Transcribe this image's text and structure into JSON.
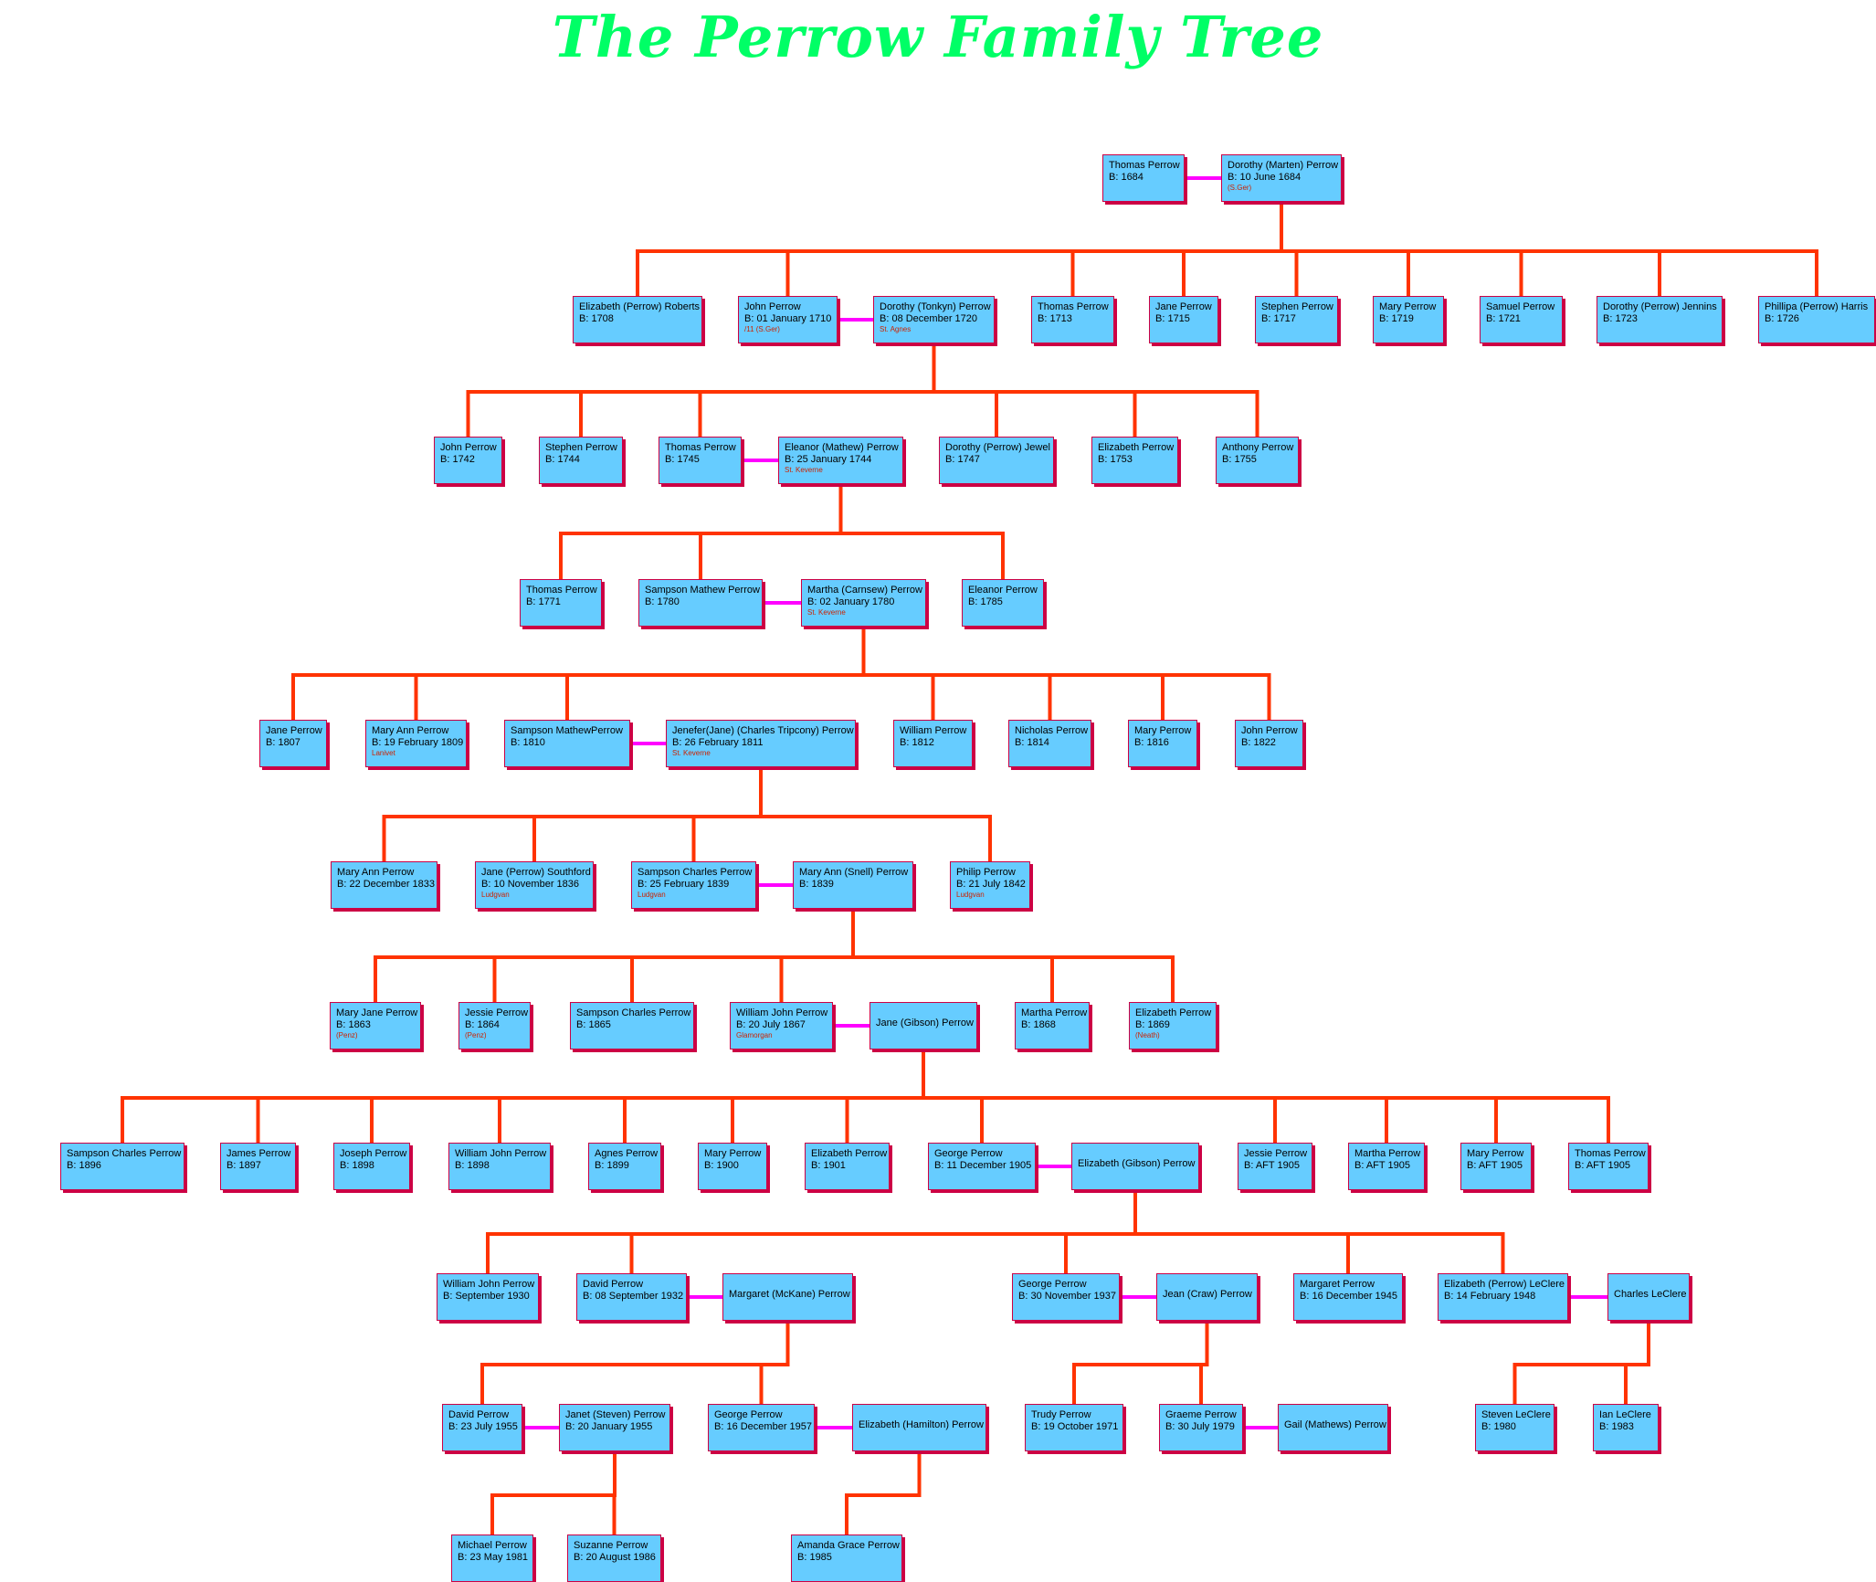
{
  "title": "The Perrow Family Tree",
  "colors": {
    "box_fill": "#66ccff",
    "box_border": "#cc0044",
    "descent_line": "#ff3300",
    "marriage_line": "#ff00ff",
    "place_text": "#cc2200",
    "title": "#00ff66"
  },
  "people": [
    {
      "id": "p1",
      "name": "Thomas Perrow",
      "birth": "B: 1684"
    },
    {
      "id": "p2",
      "name": "Dorothy (Marten) Perrow",
      "birth": "B: 10 June 1684",
      "place": "(S.Ger)"
    },
    {
      "id": "g1a",
      "name": "Elizabeth (Perrow) Roberts",
      "birth": "B: 1708"
    },
    {
      "id": "g1b",
      "name": "John Perrow",
      "birth": "B: 01 January 1710",
      "place": "/11 (S.Ger)"
    },
    {
      "id": "g1b_sp",
      "name": "Dorothy (Tonkyn) Perrow",
      "birth": "B: 08 December 1720",
      "place": "St. Agnes"
    },
    {
      "id": "g1c",
      "name": "Thomas Perrow",
      "birth": "B: 1713"
    },
    {
      "id": "g1d",
      "name": "Jane Perrow",
      "birth": "B: 1715"
    },
    {
      "id": "g1e",
      "name": "Stephen Perrow",
      "birth": "B: 1717"
    },
    {
      "id": "g1f",
      "name": "Mary Perrow",
      "birth": "B: 1719"
    },
    {
      "id": "g1g",
      "name": "Samuel Perrow",
      "birth": "B: 1721"
    },
    {
      "id": "g1h",
      "name": "Dorothy (Perrow) Jennins",
      "birth": "B: 1723"
    },
    {
      "id": "g1i",
      "name": "Phillipa (Perrow) Harris",
      "birth": "B: 1726"
    },
    {
      "id": "g2a",
      "name": "John Perrow",
      "birth": "B: 1742"
    },
    {
      "id": "g2b",
      "name": "Stephen Perrow",
      "birth": "B: 1744"
    },
    {
      "id": "g2c",
      "name": "Thomas Perrow",
      "birth": "B: 1745"
    },
    {
      "id": "g2c_sp",
      "name": "Eleanor (Mathew) Perrow",
      "birth": "B: 25 January 1744",
      "place": "St. Keverne"
    },
    {
      "id": "g2d",
      "name": "Dorothy (Perrow) Jewel",
      "birth": "B: 1747"
    },
    {
      "id": "g2e",
      "name": "Elizabeth Perrow",
      "birth": "B: 1753"
    },
    {
      "id": "g2f",
      "name": "Anthony Perrow",
      "birth": "B: 1755"
    },
    {
      "id": "g3a",
      "name": "Thomas Perrow",
      "birth": "B: 1771"
    },
    {
      "id": "g3b",
      "name": "Sampson Mathew Perrow",
      "birth": "B: 1780"
    },
    {
      "id": "g3b_sp",
      "name": "Martha (Carnsew) Perrow",
      "birth": "B: 02 January 1780",
      "place": "St. Keverne"
    },
    {
      "id": "g3c",
      "name": "Eleanor Perrow",
      "birth": "B: 1785"
    },
    {
      "id": "g4a",
      "name": "Jane Perrow",
      "birth": "B: 1807"
    },
    {
      "id": "g4b",
      "name": "Mary Ann Perrow",
      "birth": "B: 19 February 1809",
      "place": "Lanivet"
    },
    {
      "id": "g4c",
      "name": "Sampson MathewPerrow",
      "birth": "B: 1810"
    },
    {
      "id": "g4c_sp",
      "name": "Jenefer(Jane) (Charles Tripcony) Perrow",
      "birth": "B: 26 February 1811",
      "place": "St. Keverne"
    },
    {
      "id": "g4d",
      "name": "William Perrow",
      "birth": "B: 1812"
    },
    {
      "id": "g4e",
      "name": "Nicholas Perrow",
      "birth": "B: 1814"
    },
    {
      "id": "g4f",
      "name": "Mary Perrow",
      "birth": "B: 1816"
    },
    {
      "id": "g4g",
      "name": "John Perrow",
      "birth": "B: 1822"
    },
    {
      "id": "g5a",
      "name": "Mary Ann Perrow",
      "birth": "B: 22 December 1833"
    },
    {
      "id": "g5b",
      "name": "Jane (Perrow) Southford",
      "birth": "B: 10 November 1836",
      "place": "Ludgvan"
    },
    {
      "id": "g5c",
      "name": "Sampson Charles Perrow",
      "birth": "B: 25 February 1839",
      "place": "Ludgvan"
    },
    {
      "id": "g5c_sp",
      "name": "Mary Ann (Snell) Perrow",
      "birth": "B: 1839"
    },
    {
      "id": "g5d",
      "name": "Philip Perrow",
      "birth": "B: 21 July 1842",
      "place": "Ludgvan"
    },
    {
      "id": "g6a",
      "name": "Mary Jane Perrow",
      "birth": "B: 1863",
      "place": "(Penz)"
    },
    {
      "id": "g6b",
      "name": "Jessie Perrow",
      "birth": "B: 1864",
      "place": "(Penz)"
    },
    {
      "id": "g6c",
      "name": "Sampson Charles Perrow",
      "birth": "B: 1865"
    },
    {
      "id": "g6d",
      "name": "William John Perrow",
      "birth": "B: 20 July 1867",
      "place": "Glamorgan"
    },
    {
      "id": "g6d_sp",
      "name": "Jane (Gibson) Perrow"
    },
    {
      "id": "g6e",
      "name": "Martha Perrow",
      "birth": "B: 1868"
    },
    {
      "id": "g6f",
      "name": "Elizabeth Perrow",
      "birth": "B: 1869",
      "place": "(Neath)"
    },
    {
      "id": "g7a",
      "name": "Sampson Charles Perrow",
      "birth": "B: 1896"
    },
    {
      "id": "g7b",
      "name": "James Perrow",
      "birth": "B: 1897"
    },
    {
      "id": "g7c",
      "name": "Joseph Perrow",
      "birth": "B: 1898"
    },
    {
      "id": "g7d",
      "name": "William John Perrow",
      "birth": "B: 1898"
    },
    {
      "id": "g7e",
      "name": "Agnes Perrow",
      "birth": "B: 1899"
    },
    {
      "id": "g7f",
      "name": "Mary Perrow",
      "birth": "B: 1900"
    },
    {
      "id": "g7g",
      "name": "Elizabeth Perrow",
      "birth": "B: 1901"
    },
    {
      "id": "g7h",
      "name": "George Perrow",
      "birth": "B: 11 December 1905"
    },
    {
      "id": "g7h_sp",
      "name": "Elizabeth (Gibson) Perrow"
    },
    {
      "id": "g7i",
      "name": "Jessie Perrow",
      "birth": "B: AFT 1905"
    },
    {
      "id": "g7j",
      "name": "Martha Perrow",
      "birth": "B: AFT 1905"
    },
    {
      "id": "g7k",
      "name": "Mary Perrow",
      "birth": "B: AFT 1905"
    },
    {
      "id": "g7l",
      "name": "Thomas Perrow",
      "birth": "B: AFT 1905"
    },
    {
      "id": "g8a",
      "name": "William John Perrow",
      "birth": "B: September 1930"
    },
    {
      "id": "g8b",
      "name": "David Perrow",
      "birth": "B: 08 September 1932"
    },
    {
      "id": "g8b_sp",
      "name": "Margaret (McKane) Perrow"
    },
    {
      "id": "g8c",
      "name": "George Perrow",
      "birth": "B: 30 November 1937"
    },
    {
      "id": "g8c_sp",
      "name": "Jean (Craw) Perrow"
    },
    {
      "id": "g8d",
      "name": "Margaret Perrow",
      "birth": "B: 16 December 1945"
    },
    {
      "id": "g8e",
      "name": "Elizabeth (Perrow) LeClere",
      "birth": "B: 14 February 1948"
    },
    {
      "id": "g8e_sp",
      "name": "Charles LeClere"
    },
    {
      "id": "g9a",
      "name": "David Perrow",
      "birth": "B: 23 July 1955"
    },
    {
      "id": "g9a_sp",
      "name": "Janet (Steven) Perrow",
      "birth": "B: 20 January 1955"
    },
    {
      "id": "g9b",
      "name": "George Perrow",
      "birth": "B: 16 December 1957"
    },
    {
      "id": "g9b_sp",
      "name": "Elizabeth (Hamilton) Perrow"
    },
    {
      "id": "g9c",
      "name": "Trudy Perrow",
      "birth": "B: 19 October 1971"
    },
    {
      "id": "g9d",
      "name": "Graeme Perrow",
      "birth": "B: 30 July 1979"
    },
    {
      "id": "g9d_sp",
      "name": "Gail (Mathews) Perrow"
    },
    {
      "id": "g9e",
      "name": "Steven LeClere",
      "birth": "B: 1980"
    },
    {
      "id": "g9f",
      "name": "Ian LeClere",
      "birth": "B: 1983"
    },
    {
      "id": "g10a",
      "name": "Michael Perrow",
      "birth": "B: 23 May 1981"
    },
    {
      "id": "g10b",
      "name": "Suzanne Perrow",
      "birth": "B: 20 August 1986"
    },
    {
      "id": "g10c",
      "name": "Amanda Grace Perrow",
      "birth": "B: 1985"
    }
  ],
  "marriages": [
    [
      "p1",
      "p2"
    ],
    [
      "g1b",
      "g1b_sp"
    ],
    [
      "g2c",
      "g2c_sp"
    ],
    [
      "g3b",
      "g3b_sp"
    ],
    [
      "g4c",
      "g4c_sp"
    ],
    [
      "g5c",
      "g5c_sp"
    ],
    [
      "g6d",
      "g6d_sp"
    ],
    [
      "g7h",
      "g7h_sp"
    ],
    [
      "g8b",
      "g8b_sp"
    ],
    [
      "g8c",
      "g8c_sp"
    ],
    [
      "g8e",
      "g8e_sp"
    ],
    [
      "g9a",
      "g9a_sp"
    ],
    [
      "g9b",
      "g9b_sp"
    ],
    [
      "g9d",
      "g9d_sp"
    ]
  ],
  "families": [
    {
      "parent": "p2",
      "children": [
        "g1a",
        "g1b",
        "g1c",
        "g1d",
        "g1e",
        "g1f",
        "g1g",
        "g1h",
        "g1i"
      ]
    },
    {
      "parent": "g1b_sp",
      "children": [
        "g2a",
        "g2b",
        "g2c",
        "g2d",
        "g2e",
        "g2f"
      ]
    },
    {
      "parent": "g2c_sp",
      "children": [
        "g3a",
        "g3b",
        "g3c"
      ]
    },
    {
      "parent": "g3b_sp",
      "children": [
        "g4a",
        "g4b",
        "g4c",
        "g4d",
        "g4e",
        "g4f",
        "g4g"
      ]
    },
    {
      "parent": "g4c_sp",
      "children": [
        "g5a",
        "g5b",
        "g5c",
        "g5d"
      ]
    },
    {
      "parent": "g5c_sp",
      "children": [
        "g6a",
        "g6b",
        "g6c",
        "g6d",
        "g6e",
        "g6f"
      ]
    },
    {
      "parent": "g6d_sp",
      "children": [
        "g7a",
        "g7b",
        "g7c",
        "g7d",
        "g7e",
        "g7f",
        "g7g",
        "g7h",
        "g7i",
        "g7j",
        "g7k",
        "g7l"
      ]
    },
    {
      "parent": "g7h_sp",
      "children": [
        "g8a",
        "g8b",
        "g8c",
        "g8d",
        "g8e"
      ]
    },
    {
      "parent": "g8b_sp",
      "children": [
        "g9a",
        "g9b"
      ]
    },
    {
      "parent": "g8c_sp",
      "children": [
        "g9c",
        "g9d"
      ]
    },
    {
      "parent": "g8e_sp",
      "children": [
        "g9e",
        "g9f"
      ]
    },
    {
      "parent": "g9a_sp",
      "children": [
        "g10a",
        "g10b"
      ]
    },
    {
      "parent": "g9b_sp",
      "children": [
        "g10c"
      ]
    }
  ]
}
